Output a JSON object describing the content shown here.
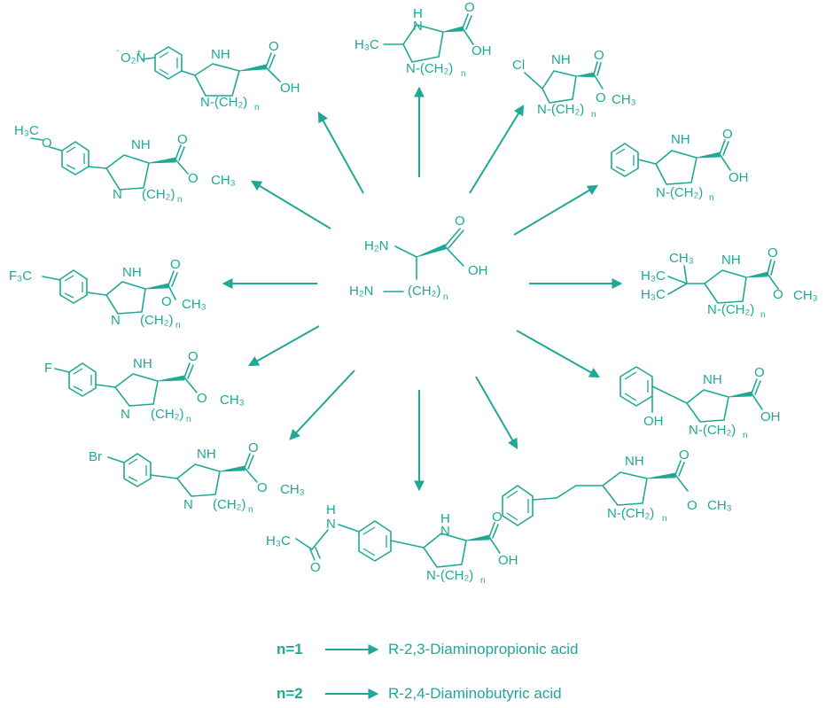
{
  "center": {
    "amine_top": "H₂N",
    "amine_bottom": "H₂N",
    "chain": "(CH₂)",
    "n": "n",
    "carbonyl_o": "O",
    "hydroxyl": "OH"
  },
  "ring_labels": {
    "nh": "NH",
    "h": "H",
    "n_chain": "N-(CH₂)",
    "n_ring": "N",
    "sub_n": "n"
  },
  "products": [
    {
      "substituent": "O₂N",
      "plus": "+",
      "minus": "-",
      "ester": "OH",
      "carbonyl_o": "O"
    },
    {
      "substituent": "H₃C",
      "ester": "OH",
      "carbonyl_o": "O"
    },
    {
      "substituent": "Cl",
      "ester": "CH₃",
      "carbonyl_o": "O",
      "ester_o": "O"
    },
    {
      "substituent": "H₃C",
      "ester": "CH₃",
      "carbonyl_o": "O",
      "ester_o": "O"
    },
    {
      "substituent": "",
      "ester": "OH",
      "carbonyl_o": "O"
    },
    {
      "substituent": "F₃C",
      "ester": "CH₃",
      "carbonyl_o": "O",
      "ester_o": "O"
    },
    {
      "substituent": "H₃C",
      "ester": "CH₃",
      "carbonyl_o": "O",
      "ester_o": "O"
    },
    {
      "substituent": "F",
      "ester": "CH₃",
      "carbonyl_o": "O",
      "ester_o": "O"
    },
    {
      "substituent": "OH",
      "ester": "OH",
      "carbonyl_o": "O"
    },
    {
      "substituent": "Br",
      "ester": "CH₃",
      "carbonyl_o": "O",
      "ester_o": "O"
    },
    {
      "substituent": "H₃C",
      "ester": "OH",
      "carbonyl_o": "O",
      "amide_o": "O",
      "amide_n": "N",
      "amide_h": "H"
    },
    {
      "substituent": "",
      "ester": "CH₃",
      "carbonyl_o": "O",
      "ester_o": "O"
    }
  ],
  "tbutyl": {
    "a": "H₃C",
    "b": "H₃C",
    "c": "CH₃"
  },
  "legend": [
    {
      "n": "n=1",
      "name": "R-2,3-Diaminopropionic acid"
    },
    {
      "n": "n=2",
      "name": "R-2,4-Diaminobutyric acid"
    }
  ],
  "colors": {
    "ink": "#1fa896",
    "background": "#ffffff"
  }
}
